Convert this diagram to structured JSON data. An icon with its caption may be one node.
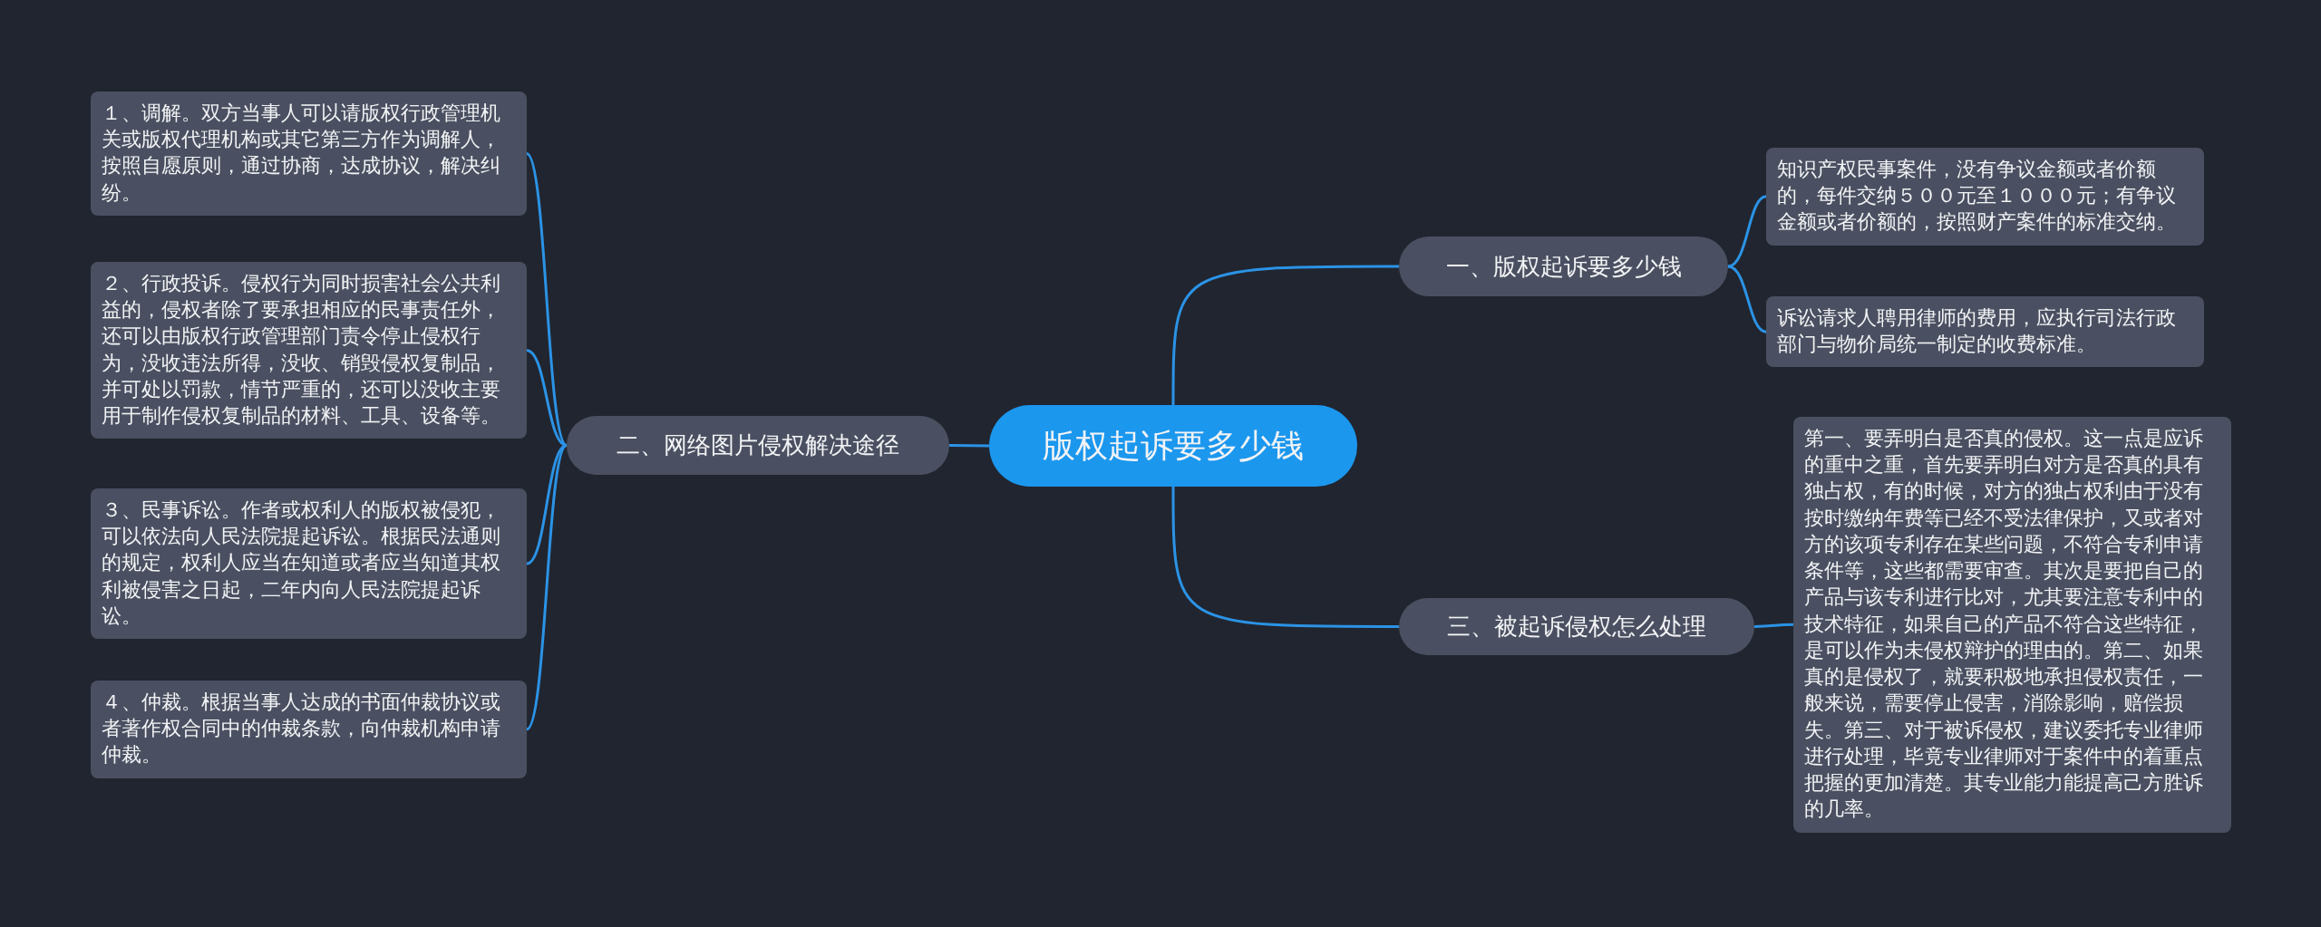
{
  "diagram": {
    "nodes": [
      {
        "text": [
          "版权起诉要多少钱"
        ]
      },
      {
        "text": [
          "一、版权起诉要多少钱"
        ]
      },
      {
        "text": [
          "知识产权民事案件，没有争议金额或者价额的，每件交纳５００元至１０００元；有争议金额或者价额的，按照财产案件的标准交纳。"
        ]
      },
      {
        "text": [
          "诉讼请求人聘用律师的费用，应执行司法行政部门与物价局统一制定的收费标准。"
        ]
      },
      {
        "text": [
          "二、网络图片侵权解决途径"
        ]
      },
      {
        "text": [
          "１、调解。双方当事人可以请版权行政管理机关或版权代理机构或其它第三方作为调解人，按照自愿原则，通过协商，达成协议，解决纠纷。"
        ]
      },
      {
        "text": [
          "２、行政投诉。侵权行为同时损害社会公共利益的，侵权者除了要承担相应的民事责任外，还可以由版权行政管理部门责令停止侵权行为，没收违法所得，没收、销毁侵权复制品，并可处以罚款，情节严重的，还可以没收主要用于制作侵权复制品的材料、工具、设备等。"
        ]
      },
      {
        "text": [
          "３、民事诉讼。作者或权利人的版权被侵犯，可以依法向人民法院提起诉讼。根据民法通则的规定，权利人应当在知道或者应当知道其权利被侵害之日起，二年内向人民法院提起诉讼。"
        ]
      },
      {
        "text": [
          "４、仲裁。根据当事人达成的书面仲裁协议或者著作权合同中的仲裁条款，向仲裁机构申请仲裁。"
        ]
      },
      {
        "text": [
          "三、被起诉侵权怎么处理"
        ]
      },
      {
        "text": [
          "第一、要弄明白是否真的侵权。这一点是应诉的重中之重，首先要弄明白对方是否真的具有独占权，有的时候，对方的独占权利由于没有按时缴纳年费等已经不受法律保护，又或者对方的该项专利存在某些问题，不符合专利申请条件等，这些都需要审查。其次是要把自己的产品与该专利进行比对，尤其要注意专利中的技术特征，如果自己的产品不符合这些特征，是可以作为未侵权辩护的理由的。第二、如果真的是侵权了，就要积极地承担侵权责任，一般来说，需要停止侵害，消除影响，赔偿损失。第三、对于被诉侵权，建议委托专业律师进行处理，毕竟专业律师对于案件中的着重点把握的更加清楚。其专业能力能提高己方胜诉的几率。"
        ]
      }
    ],
    "edges": [
      {
        "from": 0,
        "to": 1,
        "arrow": "none"
      },
      {
        "from": 1,
        "to": 2,
        "arrow": "none"
      },
      {
        "from": 1,
        "to": 3,
        "arrow": "none"
      },
      {
        "from": 0,
        "to": 4,
        "arrow": "none"
      },
      {
        "from": 4,
        "to": 5,
        "arrow": "none"
      },
      {
        "from": 4,
        "to": 6,
        "arrow": "none"
      },
      {
        "from": 4,
        "to": 7,
        "arrow": "none"
      },
      {
        "from": 4,
        "to": 8,
        "arrow": "none"
      },
      {
        "from": 0,
        "to": 9,
        "arrow": "none"
      },
      {
        "from": 9,
        "to": 10,
        "arrow": "none"
      }
    ]
  }
}
